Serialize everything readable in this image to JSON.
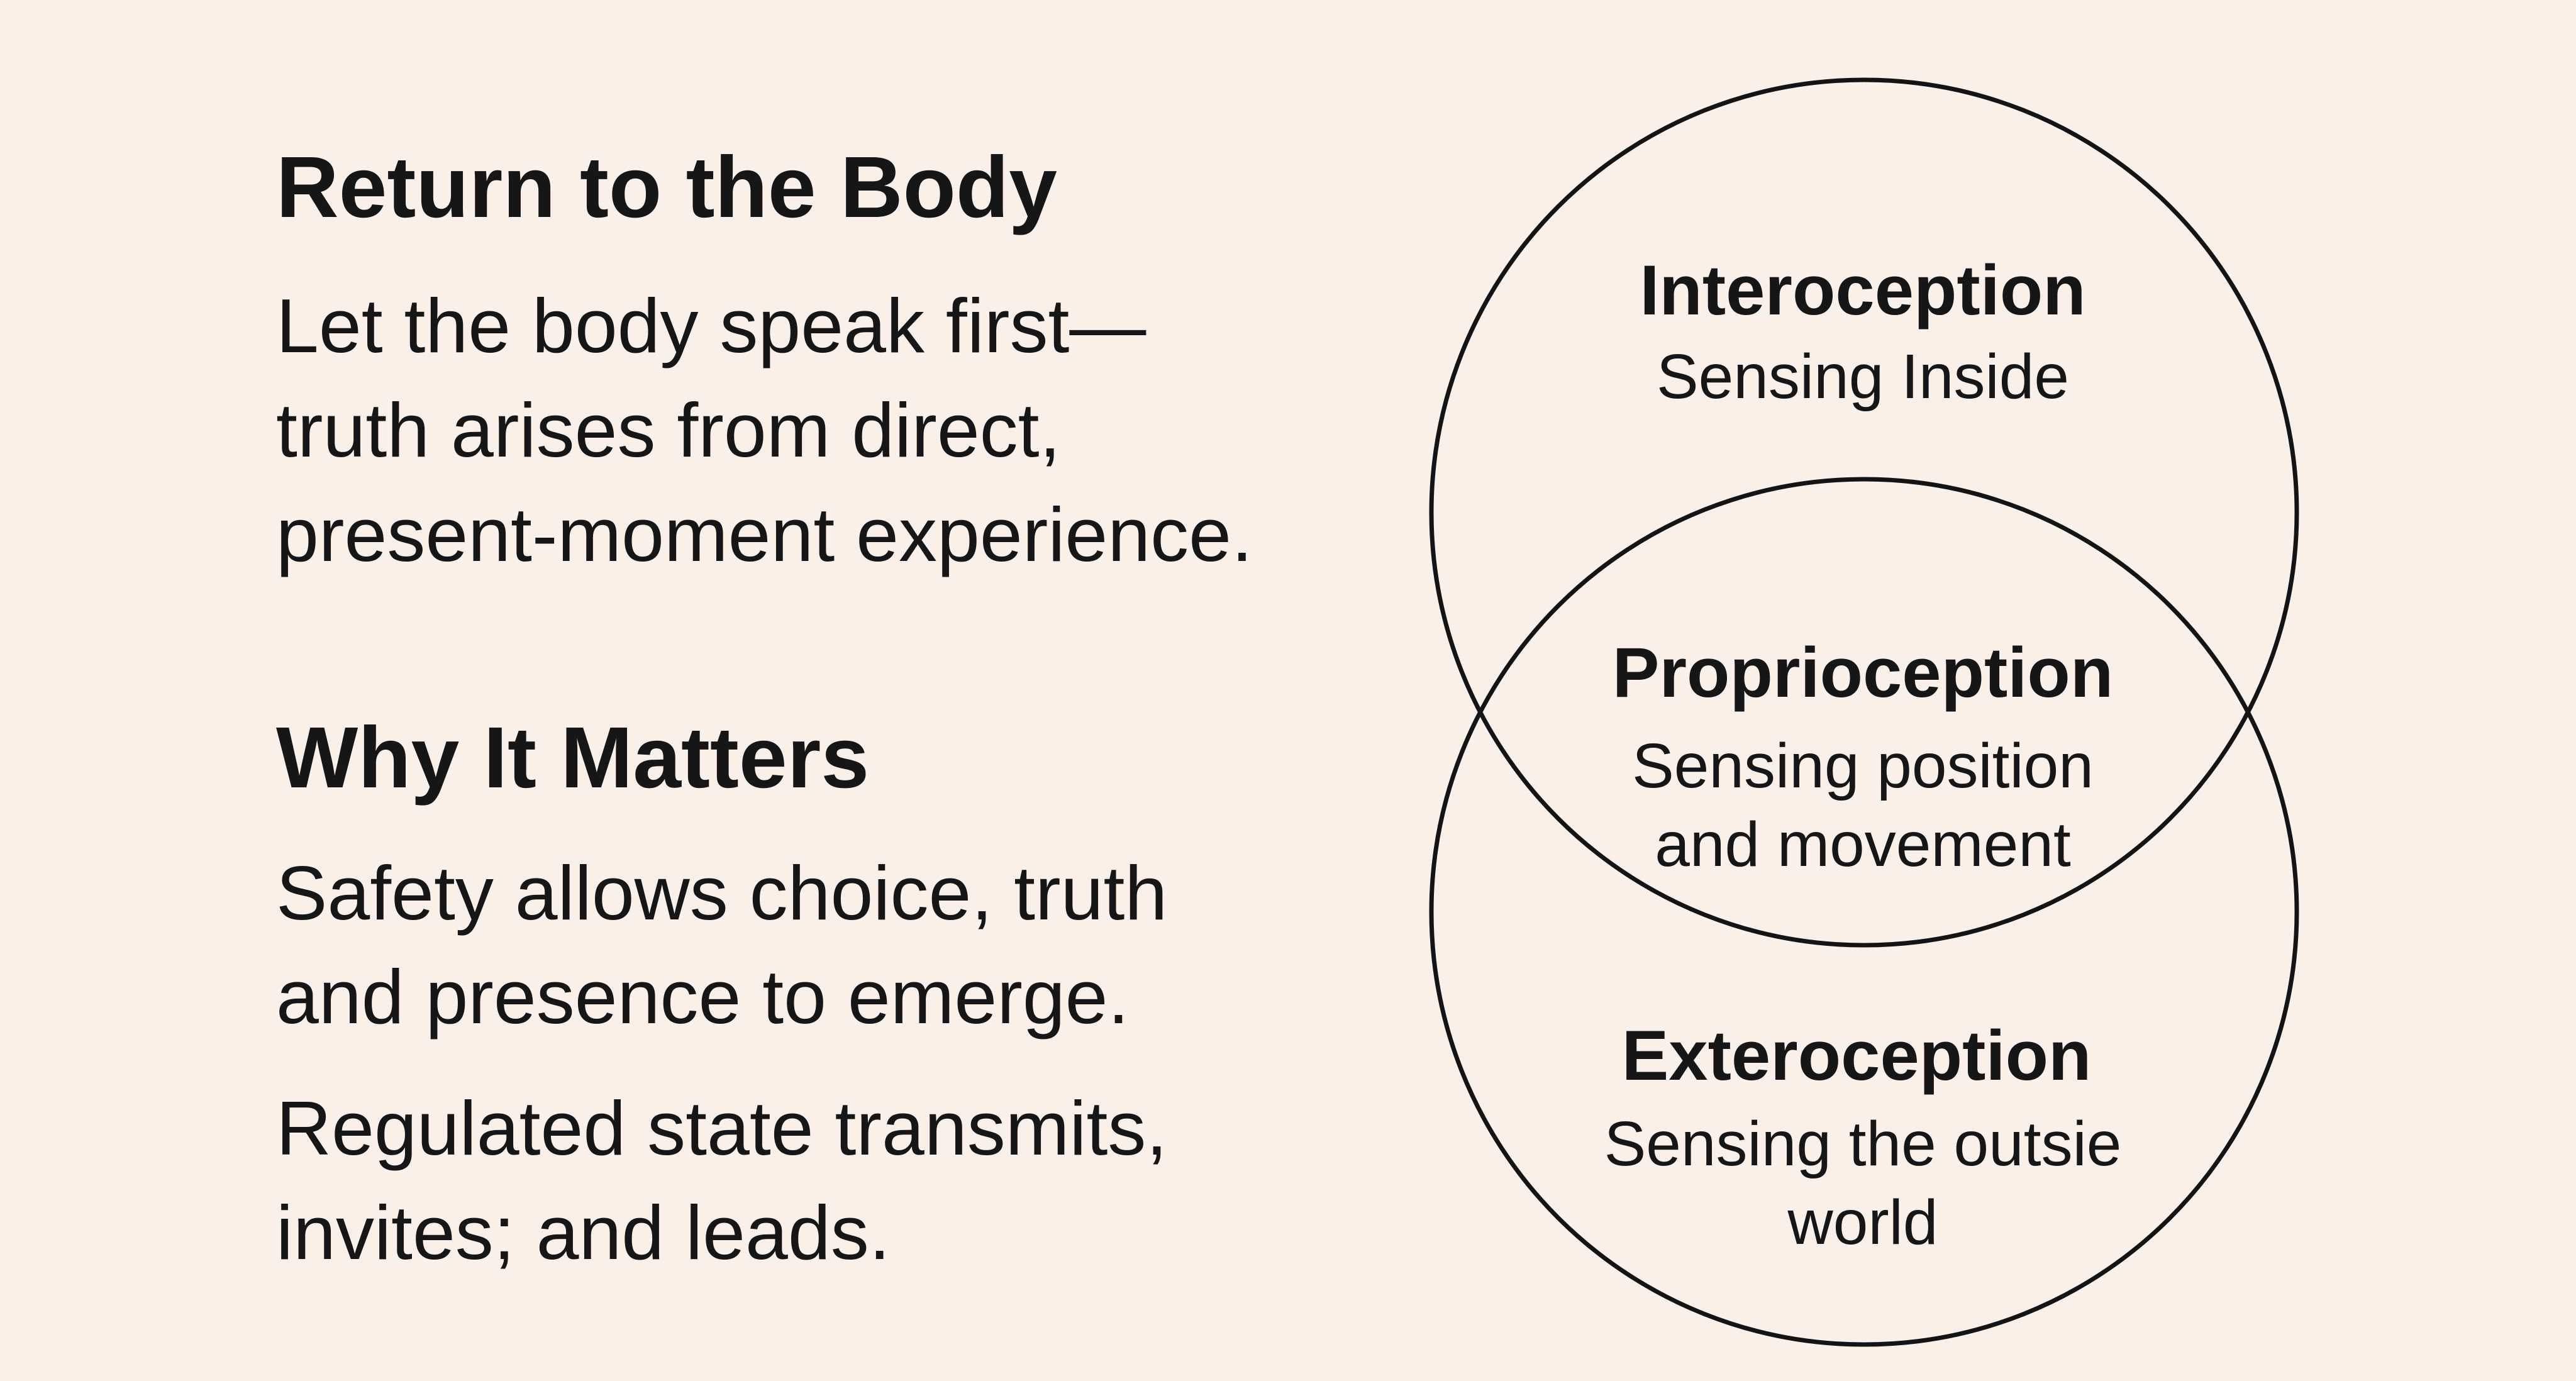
{
  "left": {
    "section1": {
      "heading": "Return to the Body",
      "lines": [
        "Let the body speak first—",
        "truth arises from direct,",
        "present-moment experience."
      ]
    },
    "section2": {
      "heading": "Why It Matters",
      "para1": [
        "Safety allows choice, truth",
        "and presence to emerge."
      ],
      "para2": [
        "Regulated state transmits,",
        "invites; and leads."
      ]
    }
  },
  "diagram": {
    "top": {
      "title": "Interoception",
      "lines": [
        "Sensing Inside"
      ]
    },
    "middle": {
      "title": "Proprioception",
      "lines": [
        "Sensing position",
        "and movement"
      ]
    },
    "bottom": {
      "title": "Exteroception",
      "lines": [
        "Sensing the outsie",
        "world"
      ]
    }
  },
  "colors": {
    "background": "#f9f1e9",
    "ink": "#161616"
  }
}
